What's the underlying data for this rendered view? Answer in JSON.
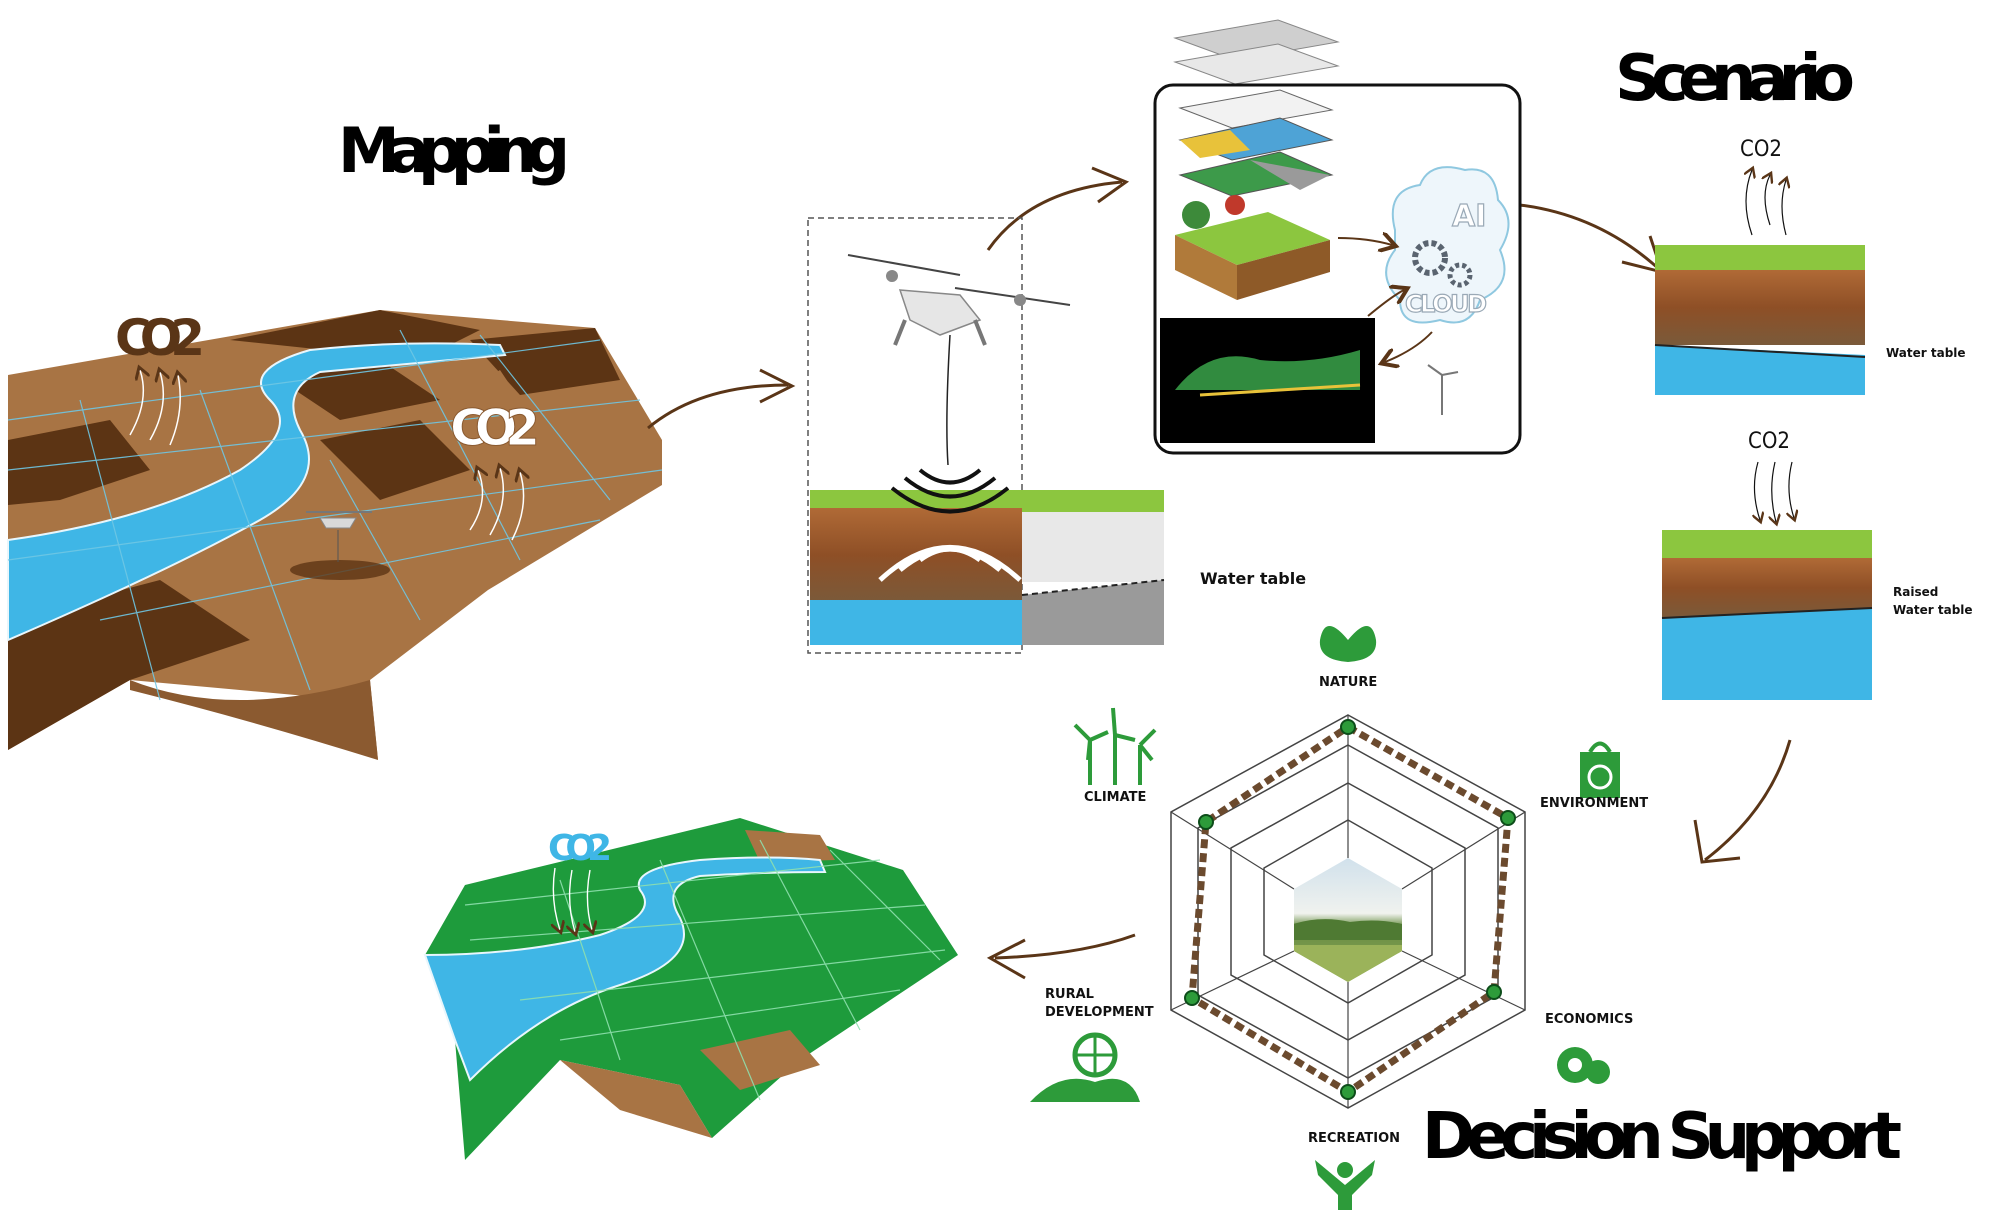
{
  "headings": {
    "mapping": "Mapping",
    "scenario": "Scenario",
    "decision_support": "Decision Support"
  },
  "co2_label": "CO2",
  "water_table_label": "Water table",
  "raised_water_table_label": [
    "Raised",
    "Water table"
  ],
  "ai_label": "AI",
  "cloud_label": "CLOUD",
  "criteria": {
    "nature": "NATURE",
    "environment": "ENVIRONMENT",
    "economics": "ECONOMICS",
    "recreation": "RECREATION",
    "rural_development": [
      "RURAL",
      "DEVELOPMENT"
    ],
    "climate": "CLIMATE"
  },
  "colors": {
    "river": "#3fb6e6",
    "field_light": "#a87444",
    "field_dark": "#5c3414",
    "field_green": "#1e9b3c",
    "arrow": "#5a3517",
    "icon_green": "#2d9b3a",
    "grass": "#8cc63f",
    "soil": "#9a5a2e",
    "water": "#3fb6e6"
  }
}
